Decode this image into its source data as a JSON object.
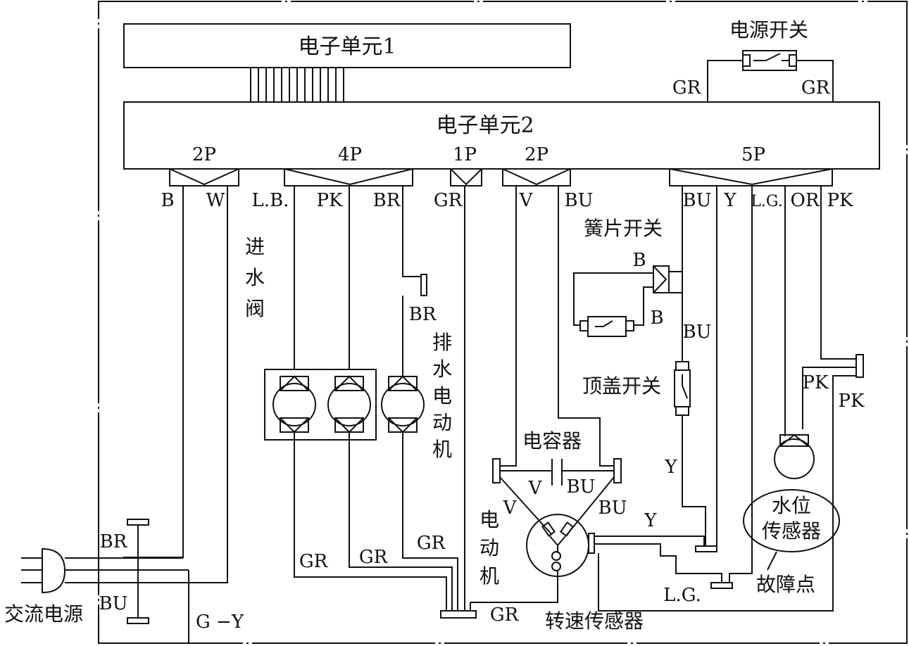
{
  "units": {
    "electronic_unit_1": "电子单元1",
    "electronic_unit_2": "电子单元2"
  },
  "connectors": {
    "c1": "2P",
    "c2": "4P",
    "c3": "1P",
    "c4": "2P",
    "c5": "5P"
  },
  "wires": {
    "b": "B",
    "w": "W",
    "lb": "L.B.",
    "pk": "PK",
    "br": "BR",
    "gr": "GR",
    "v": "V",
    "bu": "BU",
    "y": "Y",
    "lg": "L.G.",
    "or": "OR",
    "gy": "G −Y"
  },
  "components": {
    "power_switch": "电源开关",
    "reed_switch": "簧片开关",
    "lid_switch": "顶盖开关",
    "inlet_valve": [
      "进",
      "水",
      "阀"
    ],
    "drain_motor": [
      "排",
      "水",
      "电",
      "动",
      "机"
    ],
    "motor": [
      "电",
      "动",
      "机"
    ],
    "capacitor": "电容器",
    "water_level_sensor": [
      "水位",
      "传感器"
    ],
    "fault_point": "故障点",
    "speed_sensor": "转速传感器",
    "ac_power": "交流电源"
  }
}
